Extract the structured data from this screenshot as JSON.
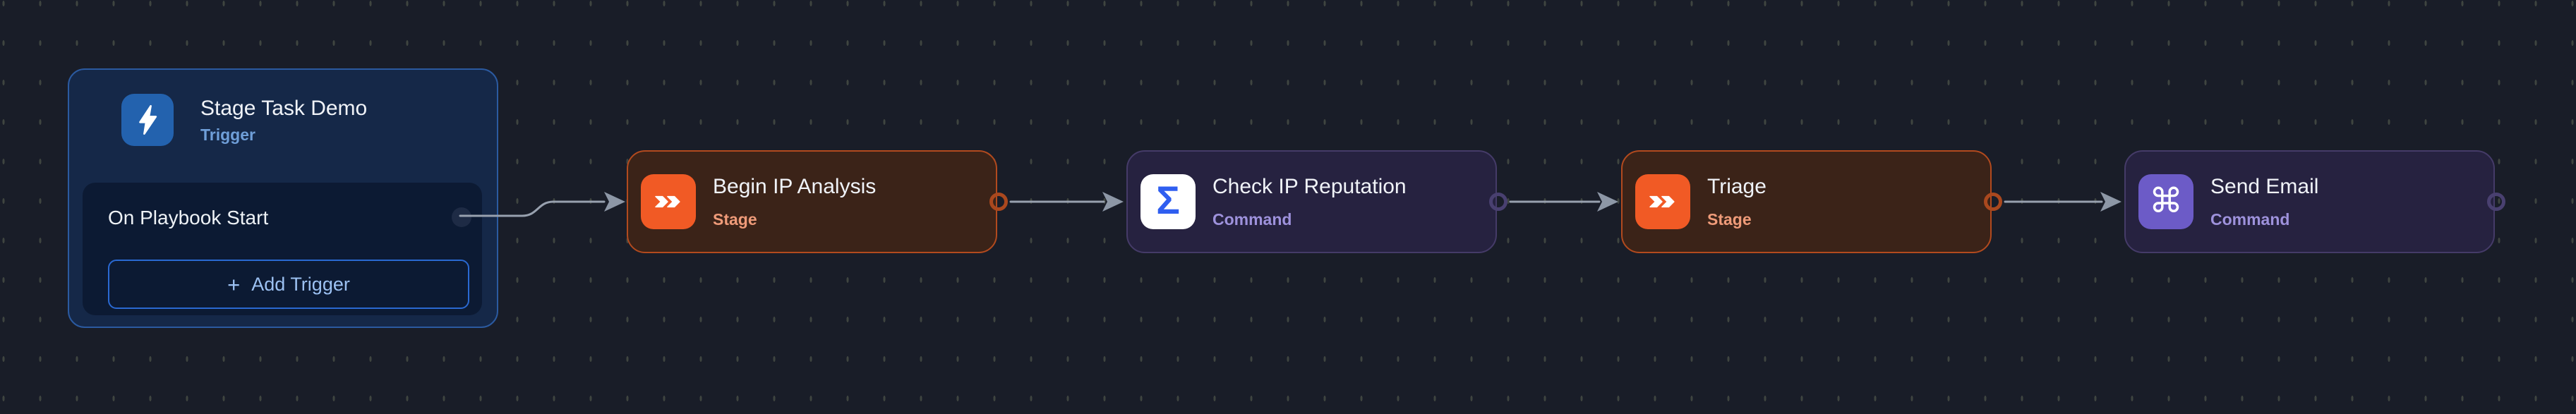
{
  "canvas": {
    "background_color": "#191d28",
    "grid_dash_color": "#3f4540"
  },
  "trigger_node": {
    "title": "Stage Task Demo",
    "type_label": "Trigger",
    "icon": "lightning-bolt",
    "trigger_item": {
      "label": "On Playbook Start"
    },
    "add_trigger_button": {
      "plus": "+",
      "label": "Add Trigger"
    },
    "colors": {
      "node_background": "#152848",
      "node_border": "#2b5aa0",
      "icon_background": "#2362ae",
      "type_label_color": "#6f9fd9",
      "inner_card_background": "#0c1a33",
      "button_border": "#2a69d2",
      "button_text": "#9cc1f2"
    }
  },
  "nodes": [
    {
      "title": "Begin IP Analysis",
      "type_label": "Stage",
      "kind": "stage",
      "icon": "fast-forward-chevrons"
    },
    {
      "title": "Check IP Reputation",
      "type_label": "Command",
      "kind": "command",
      "icon": "sigma"
    },
    {
      "title": "Triage",
      "type_label": "Stage",
      "kind": "stage",
      "icon": "fast-forward-chevrons"
    },
    {
      "title": "Send Email",
      "type_label": "Command",
      "kind": "command",
      "icon": "command-key"
    }
  ],
  "icon_glyphs": {
    "sigma": "Σ",
    "command_key": "⌘"
  },
  "colors": {
    "stage_node_background": "#3b2318",
    "stage_node_border": "#b24a1e",
    "stage_icon_background": "#f15a25",
    "stage_type_label": "#ef9b79",
    "command_node_background": "#262240",
    "command_node_border": "#453b68",
    "command_icon_background": "#6c5bc7",
    "command_type_label": "#9e92dc",
    "sigma_glyph_color": "#2f5ef0",
    "edge_line": "#98a1af",
    "stage_port_ring": "#aa481e",
    "command_port_ring": "#494070",
    "title_text": "#f0f3f8"
  }
}
